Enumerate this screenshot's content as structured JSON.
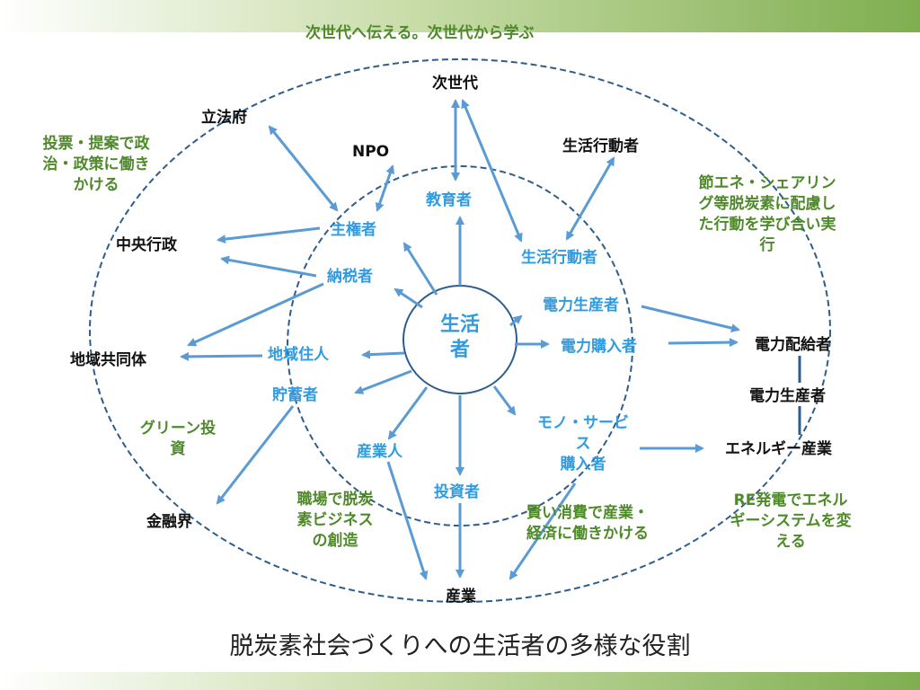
{
  "title_top": "次世代へ伝える。次世代から学ぶ",
  "center": "生活\n者",
  "caption": "脱炭素社会づくりへの生活者の多様な役割",
  "outer_nodes": {
    "jisedai": "次世代",
    "rippofu": "立法府",
    "npo": "NPO",
    "seikatsu_kodosha": "生活行動者",
    "chuo_gyosei": "中央行政",
    "chiiki_kyodotai": "地域共同体",
    "kinyukai": "金融界",
    "sangyo": "産業",
    "denryoku_haikyusha": "電力配給者",
    "denryoku_seisansha": "電力生産者",
    "energy_sangyo": "エネルギー産業"
  },
  "inner_roles": {
    "kyoikusha": "教育者",
    "shukensha": "主権者",
    "nozeisha": "納税者",
    "seikatsu_kodosha": "生活行動者",
    "denryoku_seisansha": "電力生産者",
    "denryoku_konyusha": "電力購入者",
    "chiiki_jumin": "地域住人",
    "chochikusha": "貯蓄者",
    "mono_service": "モノ・サービ\nス\n購入者",
    "sangyojin": "産業人",
    "toshisha": "投資者"
  },
  "notes": {
    "tohyo": "投票・提案で政\n治・政策に働き\nかける",
    "setsuene": "節エネ・シェアリン\nグ等脱炭素に配慮し\nた行動を学び合い実\n行",
    "green": "グリーン投\n資",
    "shokuba": "職場で脱炭\n素ビジネス\nの創造",
    "kashikoi": "賢い消費で産業・\n経済に働きかける",
    "re": "RE発電でエネル\nギーシステムを変\nえる"
  },
  "colors": {
    "role_text": "#2f9be0",
    "note_text": "#4f8a2a",
    "node_text": "#111111",
    "arrow": "#5b9bd5",
    "ellipse": "#2e5d8c",
    "band": "#7fae4f"
  }
}
